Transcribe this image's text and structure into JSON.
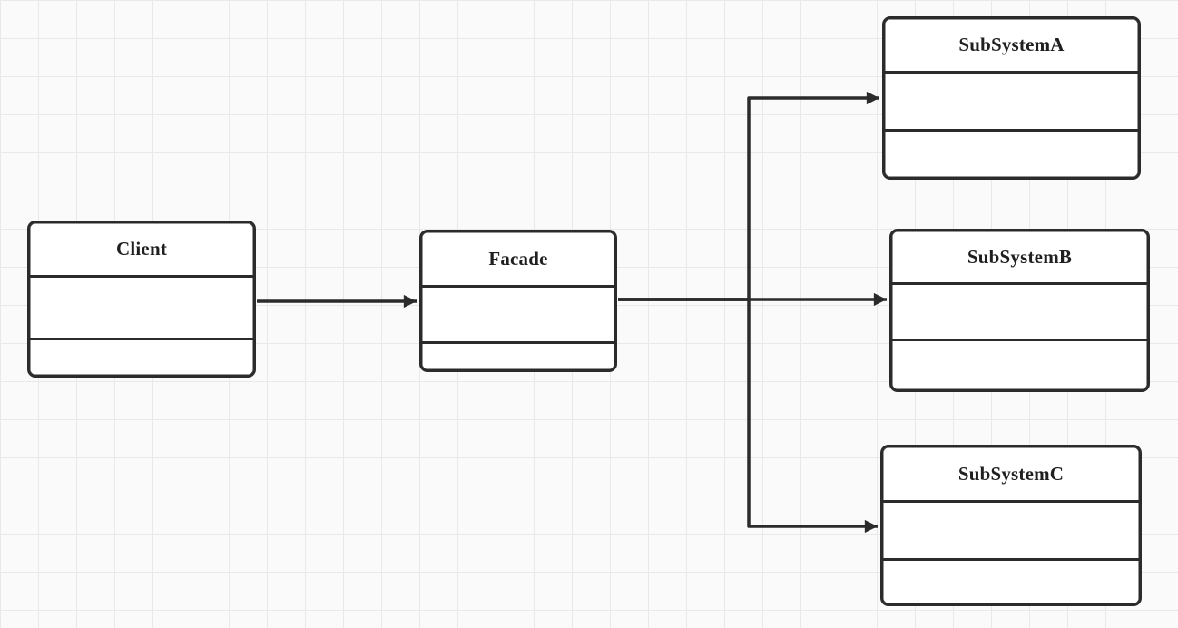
{
  "diagram": {
    "type": "uml-class-diagram",
    "pattern_name": "Facade",
    "colors": {
      "stroke": "#2b2b2b",
      "node_fill": "#ffffff",
      "grid_line": "#e9e9e9",
      "background": "#fafafa"
    },
    "nodes": [
      {
        "id": "client",
        "label": "Client"
      },
      {
        "id": "facade",
        "label": "Facade"
      },
      {
        "id": "subsystem-a",
        "label": "SubSystemA"
      },
      {
        "id": "subsystem-b",
        "label": "SubSystemB"
      },
      {
        "id": "subsystem-c",
        "label": "SubSystemC"
      }
    ],
    "edges": [
      {
        "from": "client",
        "to": "facade",
        "style": "solid-arrow"
      },
      {
        "from": "facade",
        "to": "subsystem-a",
        "style": "solid-arrow"
      },
      {
        "from": "facade",
        "to": "subsystem-b",
        "style": "solid-arrow"
      },
      {
        "from": "facade",
        "to": "subsystem-c",
        "style": "solid-arrow"
      }
    ]
  }
}
